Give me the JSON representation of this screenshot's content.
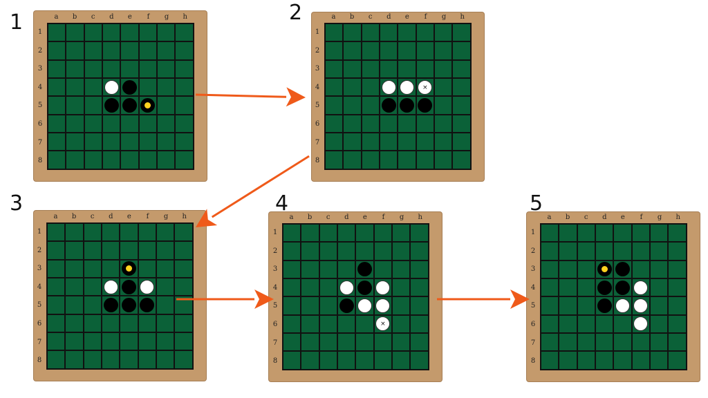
{
  "colors": {
    "board_frame": "#c49a6c",
    "board_surface": "#0b6138",
    "grid_line": "#111111",
    "arrow": "#ef5a1a",
    "highlight_dot": "#ffd21f"
  },
  "columns": [
    "a",
    "b",
    "c",
    "d",
    "e",
    "f",
    "g",
    "h"
  ],
  "rows": [
    "1",
    "2",
    "3",
    "4",
    "5",
    "6",
    "7",
    "8"
  ],
  "steps": [
    {
      "number": "1",
      "discs": [
        {
          "cell": "d4",
          "color": "white"
        },
        {
          "cell": "e4",
          "color": "black"
        },
        {
          "cell": "d5",
          "color": "black"
        },
        {
          "cell": "e5",
          "color": "black"
        },
        {
          "cell": "f5",
          "color": "black",
          "marker": "yellow-dot"
        }
      ]
    },
    {
      "number": "2",
      "discs": [
        {
          "cell": "d4",
          "color": "white"
        },
        {
          "cell": "e4",
          "color": "white"
        },
        {
          "cell": "f4",
          "color": "white",
          "marker": "cross"
        },
        {
          "cell": "d5",
          "color": "black"
        },
        {
          "cell": "e5",
          "color": "black"
        },
        {
          "cell": "f5",
          "color": "black"
        }
      ]
    },
    {
      "number": "3",
      "discs": [
        {
          "cell": "e3",
          "color": "black",
          "marker": "yellow-dot"
        },
        {
          "cell": "d4",
          "color": "white"
        },
        {
          "cell": "e4",
          "color": "black"
        },
        {
          "cell": "f4",
          "color": "white"
        },
        {
          "cell": "d5",
          "color": "black"
        },
        {
          "cell": "e5",
          "color": "black"
        },
        {
          "cell": "f5",
          "color": "black"
        }
      ]
    },
    {
      "number": "4",
      "discs": [
        {
          "cell": "e3",
          "color": "black"
        },
        {
          "cell": "d4",
          "color": "white"
        },
        {
          "cell": "e4",
          "color": "black"
        },
        {
          "cell": "f4",
          "color": "white"
        },
        {
          "cell": "d5",
          "color": "black"
        },
        {
          "cell": "e5",
          "color": "white"
        },
        {
          "cell": "f5",
          "color": "white"
        },
        {
          "cell": "f6",
          "color": "white",
          "marker": "cross"
        }
      ]
    },
    {
      "number": "5",
      "discs": [
        {
          "cell": "d3",
          "color": "black",
          "marker": "yellow-dot"
        },
        {
          "cell": "e3",
          "color": "black"
        },
        {
          "cell": "d4",
          "color": "black"
        },
        {
          "cell": "e4",
          "color": "black"
        },
        {
          "cell": "f4",
          "color": "white"
        },
        {
          "cell": "d5",
          "color": "black"
        },
        {
          "cell": "e5",
          "color": "white"
        },
        {
          "cell": "f5",
          "color": "white"
        },
        {
          "cell": "f6",
          "color": "white"
        }
      ]
    }
  ],
  "arrows": [
    {
      "from": "1",
      "to": "2"
    },
    {
      "from": "2",
      "to": "3"
    },
    {
      "from": "3",
      "to": "4"
    },
    {
      "from": "4",
      "to": "5"
    }
  ]
}
